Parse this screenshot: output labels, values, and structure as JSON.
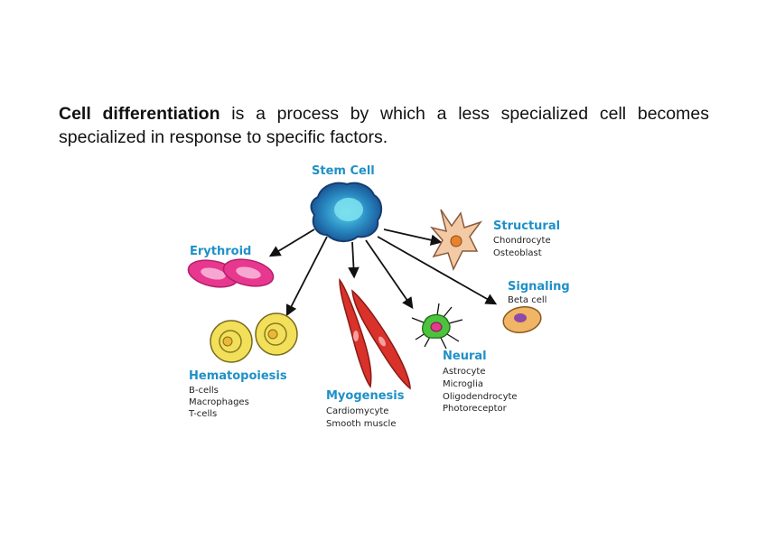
{
  "intro": {
    "term": "Cell differentiation",
    "rest": " is a process by which a less specialized cell becomes specialized in response to specific factors."
  },
  "diagram": {
    "root": "Stem Cell",
    "branches": [
      {
        "id": "structural",
        "title": "Structural",
        "items": [
          "Chondrocyte",
          "Osteoblast"
        ]
      },
      {
        "id": "signaling",
        "title": "Signaling",
        "items": [
          "Beta cell"
        ]
      },
      {
        "id": "erythroid",
        "title": "Erythroid",
        "items": []
      },
      {
        "id": "hematopoiesis",
        "title": "Hematopoiesis",
        "items": [
          "B-cells",
          "Macrophages",
          "T-cells"
        ]
      },
      {
        "id": "myogenesis",
        "title": "Myogenesis",
        "items": [
          "Cardiomycyte",
          "Smooth muscle"
        ]
      },
      {
        "id": "neural",
        "title": "Neural",
        "items": [
          "Astrocyte",
          "Microglia",
          "Oligodendrocyte",
          "Photoreceptor"
        ]
      }
    ]
  },
  "colors": {
    "label_blue": "#1e90c8",
    "stem_cell": "#2a7fb8",
    "erythroid": "#e8378f",
    "hematopoiesis": "#f3e05a",
    "myogenesis": "#d9322b",
    "neural": "#4cc23d",
    "structural": "#f3caa6",
    "signaling": "#f0b565"
  }
}
